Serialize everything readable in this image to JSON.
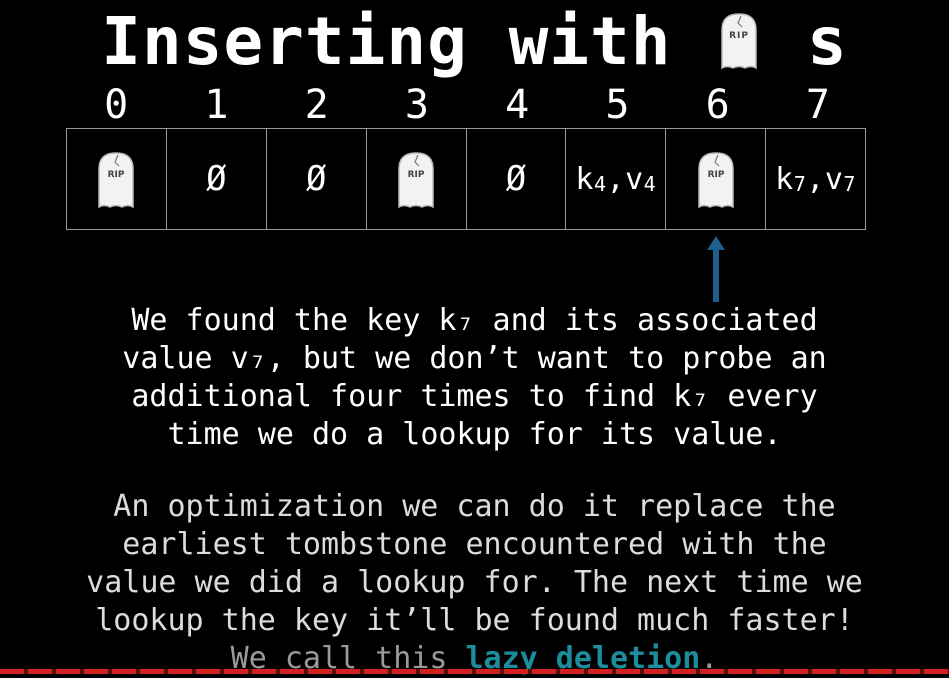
{
  "title": {
    "before": "Inserting with",
    "after": "s",
    "icon": "tombstone-icon"
  },
  "indices": [
    "0",
    "1",
    "2",
    "3",
    "4",
    "5",
    "6",
    "7"
  ],
  "cells": [
    {
      "type": "tombstone",
      "icon": "tombstone-icon",
      "label": "RIP"
    },
    {
      "type": "empty",
      "text": "Ø"
    },
    {
      "type": "empty",
      "text": "Ø"
    },
    {
      "type": "tombstone",
      "icon": "tombstone-icon",
      "label": "RIP"
    },
    {
      "type": "empty",
      "text": "Ø"
    },
    {
      "type": "kv",
      "k": "k",
      "ki": "4",
      "v": "v",
      "vi": "4"
    },
    {
      "type": "tombstone",
      "icon": "tombstone-icon",
      "label": "RIP"
    },
    {
      "type": "kv",
      "k": "k",
      "ki": "7",
      "v": "v",
      "vi": "7"
    }
  ],
  "pointer": {
    "cell_index": 6,
    "color": "#1f5f8f"
  },
  "paragraph1": [
    "We found the key k₇ and its associated",
    "value v₇, but we don’t want to probe an",
    "additional four times to find k₇ every",
    "time we do a lookup for its value."
  ],
  "paragraph2": [
    "An optimization we can do it replace the",
    "earliest tombstone encountered with the",
    "value we did a lookup for. The next time we",
    "lookup the key it’ll be found much faster!"
  ],
  "paragraph2_last": {
    "before": "We call this ",
    "highlight": "lazy deletion",
    "after": ".",
    "highlight_color": "#1b8e9e"
  }
}
